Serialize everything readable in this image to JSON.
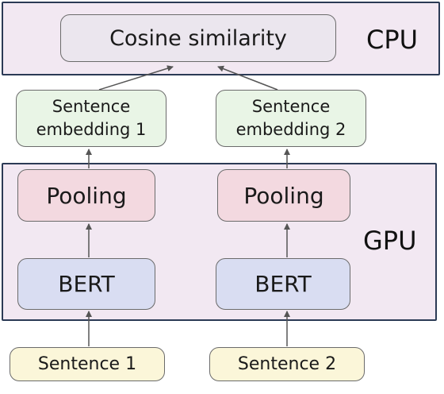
{
  "regions": {
    "cpu": {
      "label": "CPU",
      "fill": "#f2e8f2"
    },
    "gpu": {
      "label": "GPU",
      "fill": "#f2e8f2"
    }
  },
  "nodes": {
    "cosine": {
      "label": "Cosine similarity",
      "fill": "#ebe6ee"
    },
    "embedding_1": {
      "line1": "Sentence",
      "line2": "embedding 1",
      "fill": "#e9f5e6"
    },
    "embedding_2": {
      "line1": "Sentence",
      "line2": "embedding 2",
      "fill": "#e9f5e6"
    },
    "pooling_1": {
      "label": "Pooling",
      "fill": "#f3d9e0"
    },
    "pooling_2": {
      "label": "Pooling",
      "fill": "#f3d9e0"
    },
    "bert_1": {
      "label": "BERT",
      "fill": "#d9ddf2"
    },
    "bert_2": {
      "label": "BERT",
      "fill": "#d9ddf2"
    },
    "sentence_1": {
      "label": "Sentence 1",
      "fill": "#fbf6d9"
    },
    "sentence_2": {
      "label": "Sentence 2",
      "fill": "#fbf6d9"
    }
  },
  "colors": {
    "border": "#2b3a55",
    "arrow": "#555555"
  }
}
